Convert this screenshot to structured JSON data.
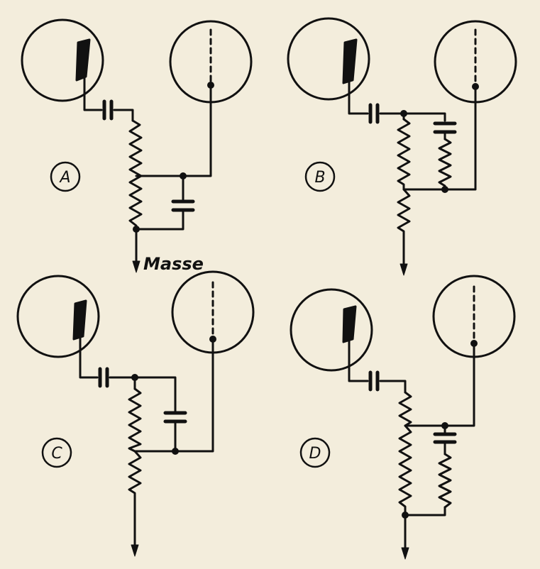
{
  "diagram": {
    "colors": {
      "paper": "#f3eddc",
      "ink": "#111111"
    },
    "panels": [
      {
        "id": "A",
        "label": "A",
        "ground_label": "Masse"
      },
      {
        "id": "B",
        "label": "B"
      },
      {
        "id": "C",
        "label": "C"
      },
      {
        "id": "D",
        "label": "D"
      }
    ]
  }
}
